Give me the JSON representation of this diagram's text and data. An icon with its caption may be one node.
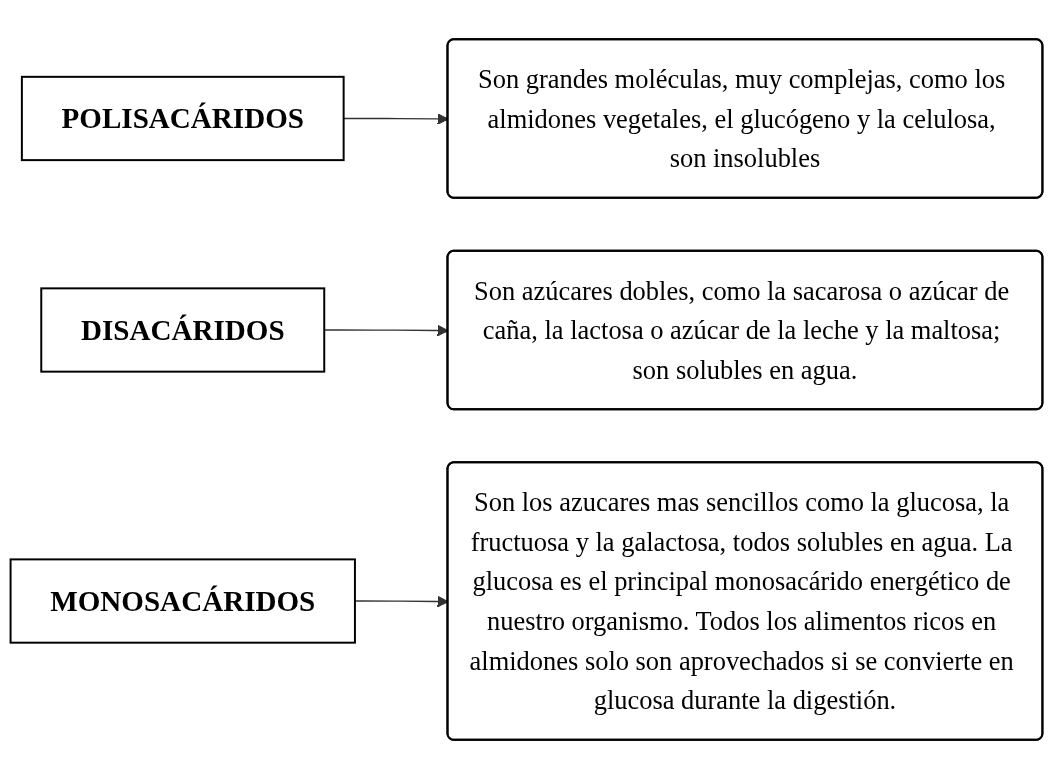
{
  "diagram": {
    "nodes": [
      {
        "text": [
          "POLISACÁRIDOS"
        ]
      },
      {
        "text": [
          "Son grandes moléculas, muy complejas, como los almidones vegetales, el glucógeno y la celulosa, son insolubles"
        ]
      },
      {
        "text": [
          "DISACÁRIDOS"
        ]
      },
      {
        "text": [
          "Son azúcares dobles, como la sacarosa o azúcar de caña, la lactosa o azúcar de la leche y la maltosa; son solubles en agua."
        ]
      },
      {
        "text": [
          "MONOSACÁRIDOS"
        ]
      },
      {
        "text": [
          "Son los azucares mas sencillos como la glucosa, la fructuosa y la galactosa, todos solubles en agua. La glucosa es el principal monosacárido energético de nuestro organismo. Todos los alimentos ricos en almidones solo son aprovechados si se convierte en glucosa durante la digestión."
        ]
      }
    ],
    "edges": [
      {
        "from": 0,
        "to": 1,
        "arrow": "to"
      },
      {
        "from": 2,
        "to": 3,
        "arrow": "to"
      },
      {
        "from": 4,
        "to": 5,
        "arrow": "to"
      }
    ]
  }
}
